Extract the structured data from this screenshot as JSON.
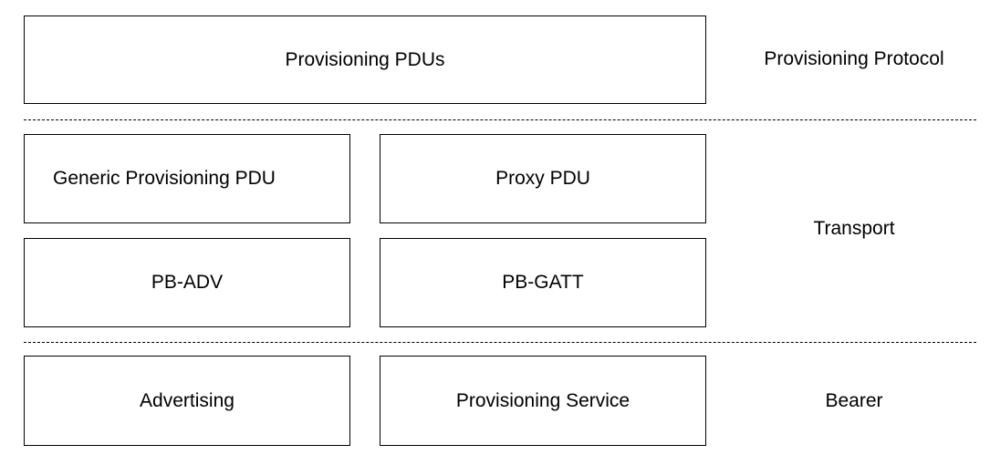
{
  "boxes": {
    "provisioning_pdus": "Provisioning PDUs",
    "generic_provisioning_pdu": "Generic Provisioning PDU",
    "proxy_pdu": "Proxy PDU",
    "pb_adv": "PB-ADV",
    "pb_gatt": "PB-GATT",
    "advertising": "Advertising",
    "provisioning_service": "Provisioning Service"
  },
  "layers": {
    "protocol": "Provisioning Protocol",
    "transport": "Transport",
    "bearer": "Bearer"
  }
}
